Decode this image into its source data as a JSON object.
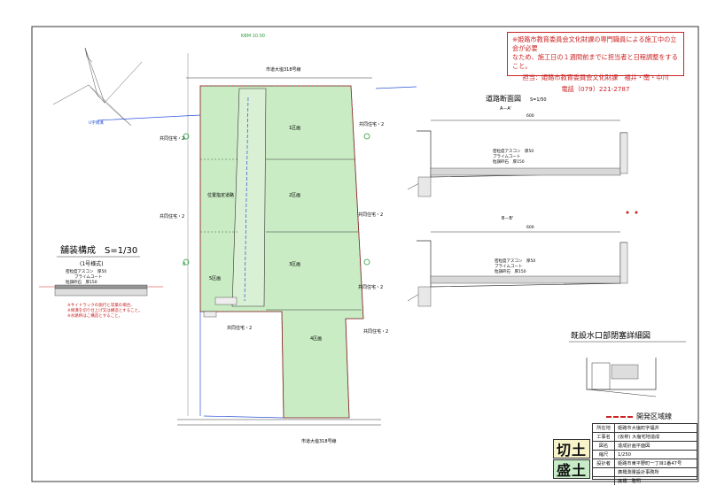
{
  "notice": {
    "lines": [
      "※姫路市教育委員会文化財課の専門職員による施工中の立会が必要",
      "なため、施工日の１週間前までに担当者と日程調整をすること。"
    ],
    "contact": "担当：姫路市教育委員会文化財課　福井・南・中川",
    "phone": "電話（079）221-2787"
  },
  "road_section": {
    "title": "道路断面図",
    "scale": "S=1/50",
    "section_a": "A－A'",
    "section_b": "B－B'",
    "dim_top": "600",
    "layer1": "密粒度アスコン　厚50",
    "layer2": "プライムコート",
    "layer3": "粒調砕石　厚150"
  },
  "pavement": {
    "title": "舗装構成　S=1/30",
    "type": "(1号様式)",
    "layer1": "密粒度アスコン　厚50",
    "layer2": "プライムコート",
    "layer3": "粒調砕石　厚150",
    "notes": [
      "※サイドラックの施行と常業の場合、",
      "※側溝を切り仕上げ又は構造とすること。",
      "※水路桝はこ構造とすること。"
    ]
  },
  "inlet_detail": {
    "title": "既設水口部閉塞詳細図"
  },
  "legend": {
    "dev_area": "開発区域線",
    "cut": "切土",
    "fill": "盛土"
  },
  "title_block": {
    "rows": [
      {
        "k": "所在地",
        "v": "姫路市大塩町字福井"
      },
      {
        "k": "工事名",
        "v": "(仮称) 大塩宅地造成"
      },
      {
        "k": "図名",
        "v": "造成計画平面図"
      },
      {
        "k": "縮尺",
        "v": "1/250"
      },
      {
        "k": "設計者",
        "v": "姫路市東平野町一丁目1番47号"
      },
      {
        "k": "",
        "v": "廣橋測量設計事務所"
      },
      {
        "k": "",
        "v": "廣橋　雅明"
      }
    ]
  },
  "plan_labels": {
    "top_road": "市道大塩318号線",
    "bottom_road": "市道大塩318号線",
    "bm": "KBM 10.00",
    "lot1": "1区画",
    "lot2": "2区画",
    "lot3": "3区画",
    "lot4": "4区画",
    "lot5": "5区画",
    "road": "位置指定道路",
    "common1": "共同住宅・2",
    "common2": "共同住宅・2",
    "common3": "共同住宅・2",
    "common4": "共同住宅・2",
    "common5": "共同住宅・2",
    "common6": "共同住宅・2",
    "common7": "共同住宅・2",
    "b_left": "B",
    "a_left": "A",
    "drain": "U字側溝"
  }
}
